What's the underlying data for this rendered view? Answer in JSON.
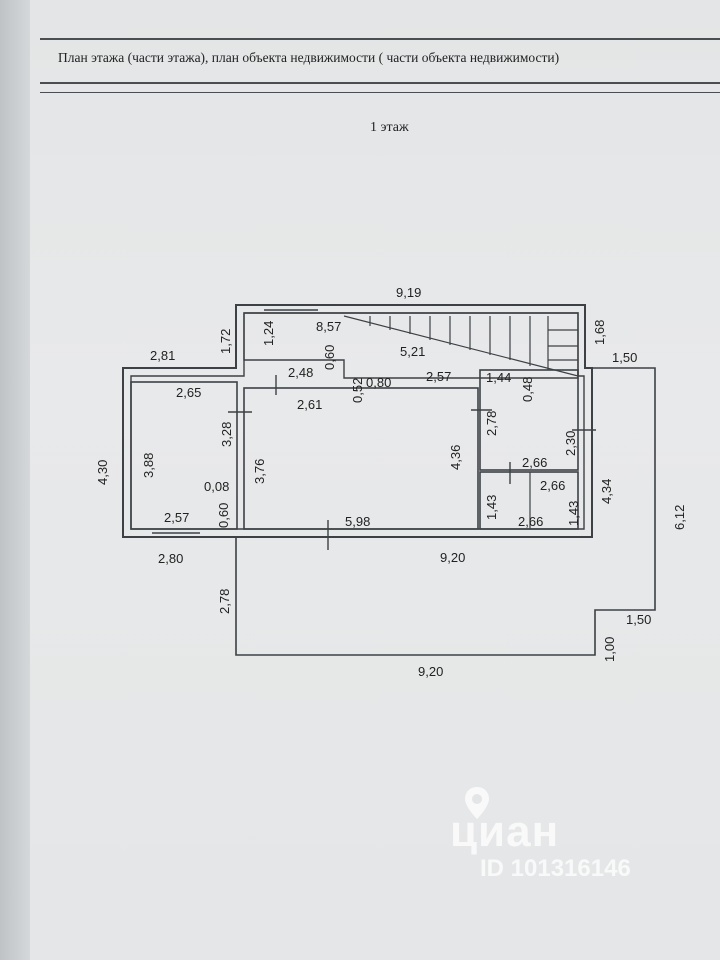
{
  "header": {
    "title": "План этажа (части этажа), план объекта недвижимости ( части объекта недвижимости)",
    "floor": "1 этаж"
  },
  "dimensions": {
    "top_overall": "9,19",
    "left_upper_width": "2,81",
    "left_upper_height": "1,72",
    "stair_strip_top": "8,57",
    "stair_strip_height": "1,24",
    "corridor_width": "2,48",
    "corridor_height": "0,60",
    "stair_lower": "5,21",
    "right_upper_height": "1,68",
    "right_offset": "1,50",
    "room_left_width": "2,65",
    "room_left_height": "3,88",
    "outer_left_height": "4,30",
    "room_main_width": "2,61",
    "room_main_small": "0,52",
    "room_main_small_w": "0,80",
    "room_main_right_w": "2,57",
    "room_main_h1": "3,28",
    "room_main_h2": "3,76",
    "room_main_h3": "4,36",
    "wall_small": "0,08",
    "wall_small_2": "0,60",
    "room_left_bottom": "2,57",
    "room_main_bottom": "5,98",
    "room_ne_width": "1,44",
    "room_ne_h_small": "0,48",
    "room_ne_h": "2,78",
    "room_ne_h2": "2,30",
    "room_e_w1": "2,66",
    "room_e_w2": "2,66",
    "room_e_w3": "2,66",
    "room_e_h1": "1,43",
    "room_e_h2": "1,43",
    "room_e_h3": "4,34",
    "outer_right_height": "6,12",
    "bottom_left_width": "2,80",
    "bottom_mid_width": "9,20",
    "terrace_height": "2,78",
    "terrace_bottom_width": "9,20",
    "terrace_right_width": "1,50",
    "terrace_right_height": "1,00"
  },
  "watermark": {
    "logo": "циан",
    "id": "ID 101316146"
  },
  "colors": {
    "line": "#3d4145",
    "paper": "#e6e8e9"
  }
}
